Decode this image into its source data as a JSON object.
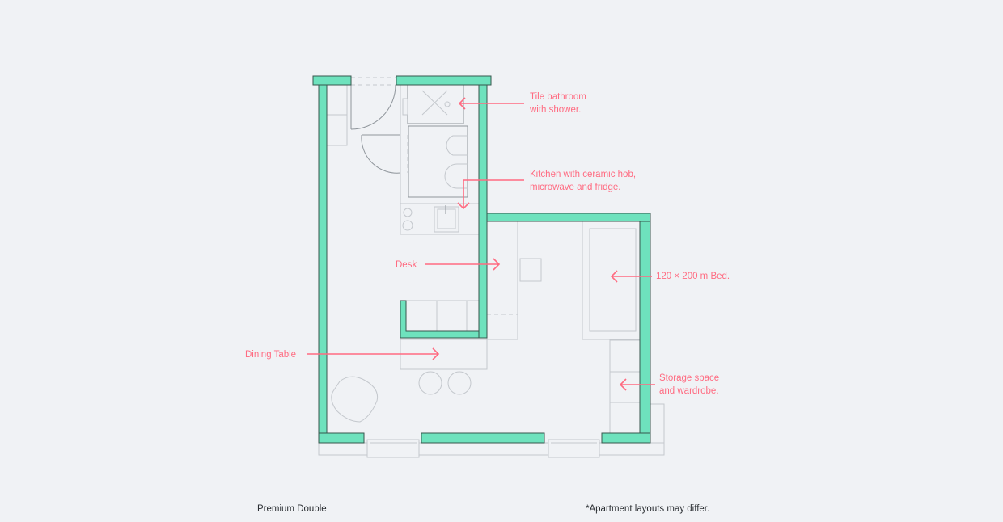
{
  "plan": {
    "wall_color": "#6ee2bd",
    "annotation_color": "#ff6b81",
    "annotations": {
      "bathroom": [
        "Tile bathroom",
        "with shower."
      ],
      "kitchen": [
        "Kitchen with ceramic hob,",
        "microwave and fridge."
      ],
      "desk": "Desk",
      "bed": "120 × 200 m Bed.",
      "dining": "Dining Table",
      "storage": [
        "Storage space",
        "and wardrobe."
      ]
    }
  },
  "footer": {
    "room_type": "Premium Double",
    "disclaimer": "*Apartment layouts may differ."
  }
}
